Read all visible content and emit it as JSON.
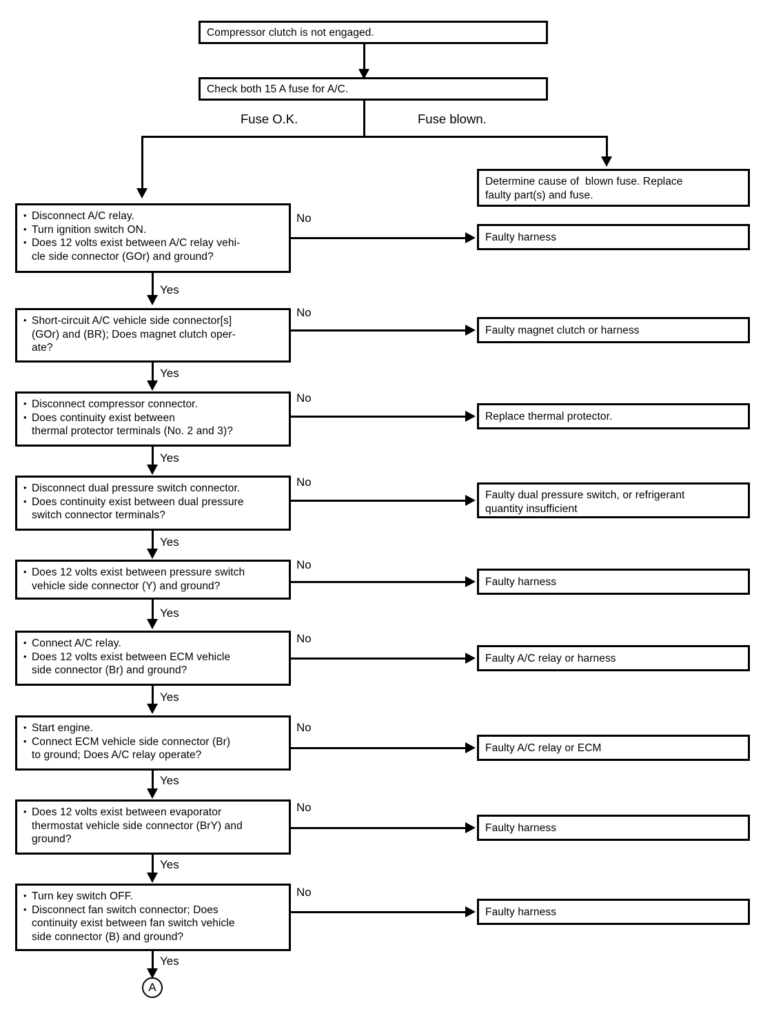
{
  "diagram": {
    "title": "Compressor clutch is not engaged troubleshooting flowchart",
    "type": "flowchart",
    "start": {
      "label": "Compressor clutch is not engaged."
    },
    "check": {
      "label": "Check both 15 A fuse for A/C."
    },
    "fuse_branches": {
      "ok": "Fuse O.K.",
      "blown": "Fuse blown."
    },
    "blown_result": {
      "line1": "Determine cause of  blown fuse. Replace",
      "line2": "faulty part(s) and fuse."
    },
    "edge_labels": {
      "yes": "Yes",
      "no": "No"
    },
    "connector": {
      "label": "A"
    },
    "steps": [
      {
        "id": "step-1",
        "bullets": [
          {
            "main": "Disconnect A/C relay."
          },
          {
            "main": "Turn ignition switch ON."
          },
          {
            "main": "Does 12 volts exist between A/C relay vehi-",
            "cont": "cle side connector (GOr) and ground?"
          }
        ],
        "no_result": "Faulty harness"
      },
      {
        "id": "step-2",
        "bullets": [
          {
            "main": "Short-circuit A/C vehicle side connector[s]",
            "cont": "(GOr) and (BR); Does magnet clutch oper-\nate?"
          }
        ],
        "no_result": "Faulty magnet clutch or harness"
      },
      {
        "id": "step-3",
        "bullets": [
          {
            "main": "Disconnect compressor connector."
          },
          {
            "main": "Does continuity exist between",
            "cont": "thermal protector terminals (No. 2 and 3)?"
          }
        ],
        "no_result": "Replace thermal protector."
      },
      {
        "id": "step-4",
        "bullets": [
          {
            "main": "Disconnect dual pressure switch connector."
          },
          {
            "main": "Does continuity exist between dual pressure",
            "cont": "switch connector terminals?"
          }
        ],
        "no_result_line1": "Faulty dual pressure switch, or refrigerant",
        "no_result_line2": "quantity insufficient"
      },
      {
        "id": "step-5",
        "bullets": [
          {
            "main": "Does 12 volts exist between pressure switch",
            "cont": "vehicle side connector (Y) and ground?"
          }
        ],
        "no_result": "Faulty harness"
      },
      {
        "id": "step-6",
        "bullets": [
          {
            "main": "Connect A/C relay."
          },
          {
            "main": "Does 12 volts exist between ECM vehicle",
            "cont": "side connector (Br) and ground?"
          }
        ],
        "no_result": "Faulty A/C relay or harness"
      },
      {
        "id": "step-7",
        "bullets": [
          {
            "main": "Start engine."
          },
          {
            "main": "Connect ECM vehicle side connector (Br)",
            "cont": "to ground; Does A/C relay operate?"
          }
        ],
        "no_result": "Faulty A/C relay or ECM"
      },
      {
        "id": "step-8",
        "bullets": [
          {
            "main": "Does 12 volts exist between evaporator",
            "cont": "thermostat vehicle side connector (BrY) and\nground?"
          }
        ],
        "no_result": "Faulty harness"
      },
      {
        "id": "step-9",
        "bullets": [
          {
            "main": "Turn key switch OFF."
          },
          {
            "main": "Disconnect fan switch connector; Does",
            "cont": "continuity exist between fan switch vehicle\nside connector (B) and ground?"
          }
        ],
        "no_result": "Faulty harness"
      }
    ]
  }
}
